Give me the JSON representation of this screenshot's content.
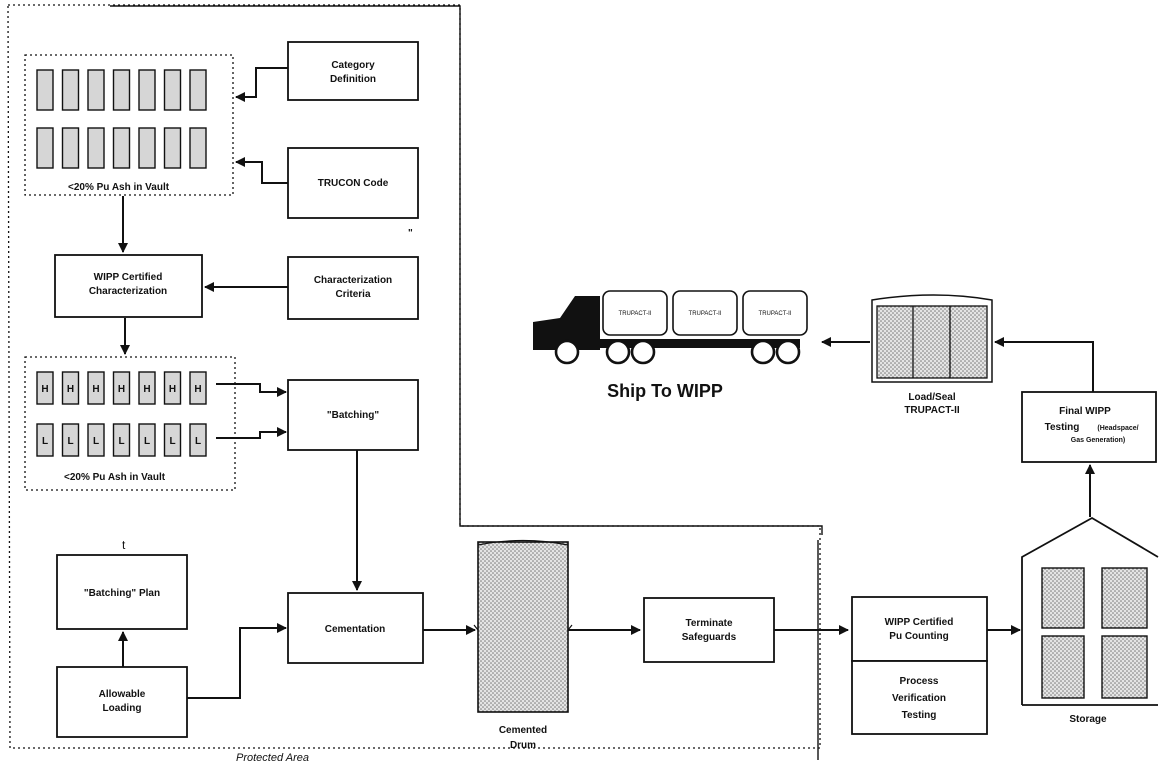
{
  "boxes": {
    "category_definition": [
      "Category",
      "Definition"
    ],
    "trucon_code": "TRUCON Code",
    "wipp_certified_characterization": [
      "WIPP Certified",
      "Characterization"
    ],
    "characterization_criteria": [
      "Characterization",
      "Criteria"
    ],
    "batching": "\"Batching\"",
    "batching_plan": "\"Batching\" Plan",
    "allowable_loading": [
      "Allowable",
      "Loading"
    ],
    "cementation": "Cementation",
    "terminate_safeguards": [
      "Terminate",
      "Safeguards"
    ],
    "wipp_certified_pu_counting": [
      "WIPP Certified",
      "Pu Counting"
    ],
    "process_verification_testing": [
      "Process",
      "Verification",
      "Testing"
    ],
    "final_wipp_testing": [
      "Final WIPP",
      "Testing",
      "(Headspace/",
      "Gas Generation)"
    ]
  },
  "vault_labels": {
    "upper": "<20% Pu Ash in Vault",
    "lower": "<20% Pu Ash in Vault"
  },
  "slot_markers": {
    "top_row": "H",
    "bottom_row": "L"
  },
  "captions": {
    "cemented_drum": [
      "Cemented",
      "Drum"
    ],
    "load_seal": [
      "Load/Seal",
      "TRUPACT-II"
    ],
    "ship_to_wipp": "Ship To WIPP",
    "storage": "Storage",
    "protected_area": "Protected Area",
    "trupact_container_text": "TRUPACT-II",
    "stray_t": "t",
    "stray_mark": "\""
  }
}
